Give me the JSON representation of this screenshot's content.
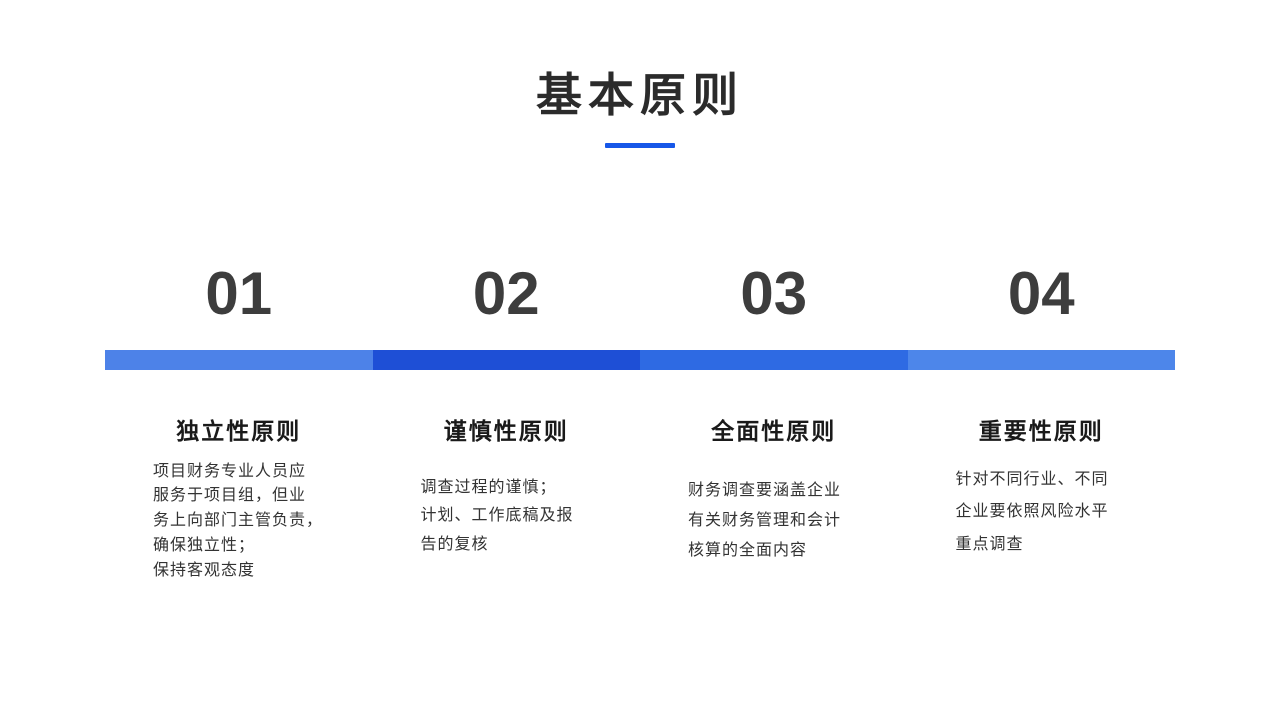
{
  "slide": {
    "title": "基本原则",
    "underline_color": "#1757e8"
  },
  "columns": [
    {
      "number": "01",
      "bar_color": "#4d82e8",
      "heading": "独立性原则",
      "description": "项目财务专业人员应\n服务于项目组，但业\n务上向部门主管负责，\n确保独立性；\n保持客观态度"
    },
    {
      "number": "02",
      "bar_color": "#1e4fd6",
      "heading": "谨慎性原则",
      "description": "调查过程的谨慎；\n计划、工作底稿及报\n告的复核"
    },
    {
      "number": "03",
      "bar_color": "#2e6ae3",
      "heading": "全面性原则",
      "description": "财务调查要涵盖企业\n有关财务管理和会计\n核算的全面内容"
    },
    {
      "number": "04",
      "bar_color": "#4d86ea",
      "heading": "重要性原则",
      "description": "针对不同行业、不同\n企业要依照风险水平\n重点调查"
    }
  ]
}
